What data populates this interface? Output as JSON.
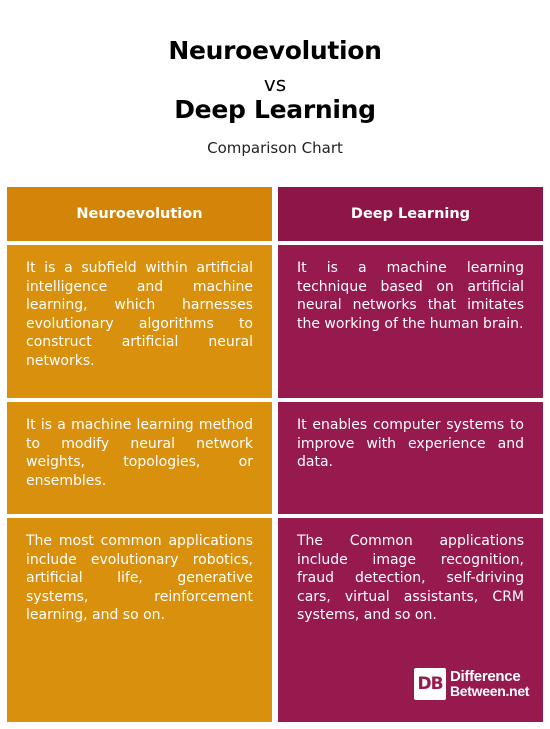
{
  "header": {
    "title_left": "Neuroevolution",
    "vs": "vs",
    "title_right": "Deep Learning",
    "subtitle": "Comparison Chart"
  },
  "table": {
    "left_heading": "Neuroevolution",
    "right_heading": "Deep Learning",
    "rows": [
      {
        "left": "It is a subfield within artificial intelligence and machine learning, which harnesses evolutionary algorithms to construct artificial neural networks.",
        "right": "It is a machine learning technique based on artificial neural networks that imitates the working of the human brain."
      },
      {
        "left": "It is a machine learning method to modify neural network weights, topologies, or ensembles.",
        "right": "It enables computer systems to improve with experience and data."
      },
      {
        "left": "The most common applications include evolutionary robotics, artificial life, generative systems, reinforcement learning, and so on.",
        "right": "The Common applications include image recognition, fraud detection, self-driving cars, virtual assistants, CRM systems, and so on."
      }
    ]
  },
  "logo": {
    "mark": "DB",
    "line1": "Difference",
    "line2": "Between.net"
  },
  "colors": {
    "orange": "#d9900d",
    "purple": "#961a4e"
  }
}
